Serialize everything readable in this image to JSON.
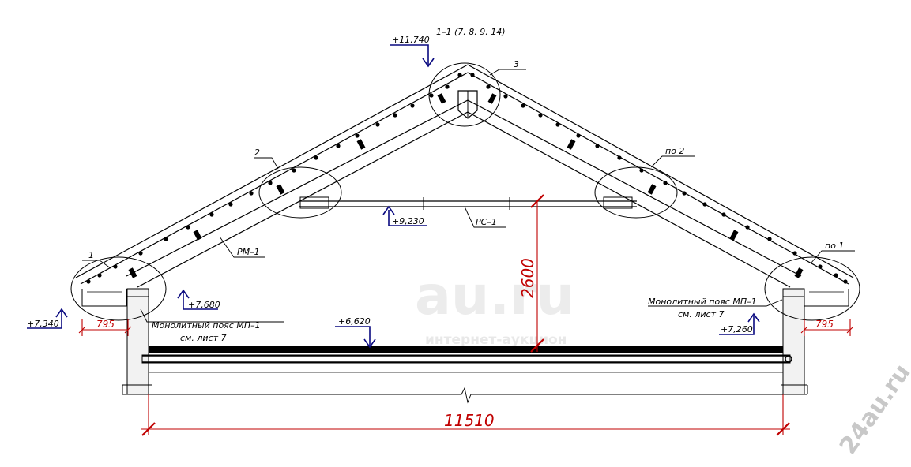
{
  "section": {
    "title": "1–1 (7, 8, 9, 14)"
  },
  "callouts": {
    "c1": "1",
    "c2": "2",
    "c3": "3",
    "po2": "по 2",
    "po1": "по 1"
  },
  "members": {
    "rafter": "РМ–1",
    "tie": "РС–1"
  },
  "levels": {
    "ridge": "+11,740",
    "tie": "+9,230",
    "eave_left": "+7,680",
    "base_left": "+7,340",
    "floor": "+6,620",
    "base_right": "+7,260"
  },
  "notes": {
    "belt_left_1": "Монолитный пояс МП–1",
    "belt_left_2": "см. лист 7",
    "belt_right_1": "Монолитный пояс МП–1",
    "belt_right_2": "см. лист 7"
  },
  "dimensions": {
    "overhang_left": "795",
    "overhang_right": "795",
    "height": "2600",
    "span": "11510"
  },
  "watermark": {
    "brand": "24au.ru",
    "faint_1": "au.ru",
    "faint_2": "интернет-аукцион"
  },
  "colors": {
    "line": "#000000",
    "dimension": "#c00000",
    "level_marker": "#0a0a80",
    "watermark": "#c8c8c8"
  }
}
